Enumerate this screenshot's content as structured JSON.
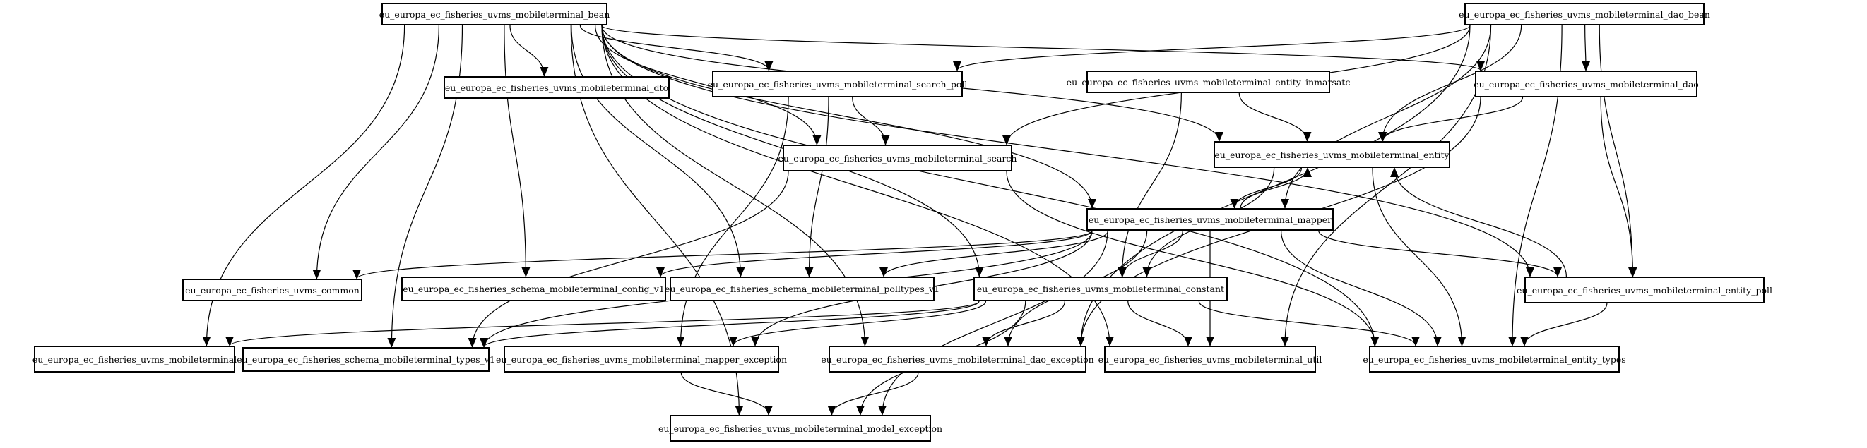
{
  "diagram": {
    "nodes": [
      {
        "id": "bean",
        "label": "eu_europa_ec_fisheries_uvms_mobileterminal_bean"
      },
      {
        "id": "dao_bean",
        "label": "eu_europa_ec_fisheries_uvms_mobileterminal_dao_bean"
      },
      {
        "id": "dto",
        "label": "eu_europa_ec_fisheries_uvms_mobileterminal_dto"
      },
      {
        "id": "search_poll",
        "label": "eu_europa_ec_fisheries_uvms_mobileterminal_search_poll"
      },
      {
        "id": "entity_inmarsatc",
        "label": "eu_europa_ec_fisheries_uvms_mobileterminal_entity_inmarsatc"
      },
      {
        "id": "dao",
        "label": "eu_europa_ec_fisheries_uvms_mobileterminal_dao"
      },
      {
        "id": "search",
        "label": "eu_europa_ec_fisheries_uvms_mobileterminal_search"
      },
      {
        "id": "entity",
        "label": "eu_europa_ec_fisheries_uvms_mobileterminal_entity"
      },
      {
        "id": "mapper",
        "label": "eu_europa_ec_fisheries_uvms_mobileterminal_mapper"
      },
      {
        "id": "common",
        "label": "eu_europa_ec_fisheries_uvms_common"
      },
      {
        "id": "config_v1",
        "label": "eu_europa_ec_fisheries_schema_mobileterminal_config_v1"
      },
      {
        "id": "polltypes_v1",
        "label": "eu_europa_ec_fisheries_schema_mobileterminal_polltypes_v1"
      },
      {
        "id": "constant",
        "label": "eu_europa_ec_fisheries_uvms_mobileterminal_constant"
      },
      {
        "id": "entity_poll",
        "label": "eu_europa_ec_fisheries_uvms_mobileterminal_entity_poll"
      },
      {
        "id": "mobileterminal",
        "label": "eu_europa_ec_fisheries_uvms_mobileterminal"
      },
      {
        "id": "types_v1",
        "label": "eu_europa_ec_fisheries_schema_mobileterminal_types_v1"
      },
      {
        "id": "mapper_exception",
        "label": "eu_europa_ec_fisheries_uvms_mobileterminal_mapper_exception"
      },
      {
        "id": "dao_exception",
        "label": "eu_europa_ec_fisheries_uvms_mobileterminal_dao_exception"
      },
      {
        "id": "util",
        "label": "eu_europa_ec_fisheries_uvms_mobileterminal_util"
      },
      {
        "id": "entity_types",
        "label": "eu_europa_ec_fisheries_uvms_mobileterminal_entity_types"
      },
      {
        "id": "model_exception",
        "label": "eu_europa_ec_fisheries_uvms_mobileterminal_model_exception"
      }
    ],
    "edges": [
      [
        "bean",
        "dto"
      ],
      [
        "bean",
        "search_poll"
      ],
      [
        "bean",
        "search"
      ],
      [
        "bean",
        "entity"
      ],
      [
        "bean",
        "mapper"
      ],
      [
        "bean",
        "common"
      ],
      [
        "bean",
        "config_v1"
      ],
      [
        "bean",
        "polltypes_v1"
      ],
      [
        "bean",
        "constant"
      ],
      [
        "bean",
        "mobileterminal"
      ],
      [
        "bean",
        "types_v1"
      ],
      [
        "bean",
        "dao_exception"
      ],
      [
        "bean",
        "entity_types"
      ],
      [
        "bean",
        "model_exception"
      ],
      [
        "bean",
        "dao"
      ],
      [
        "bean",
        "entity_poll"
      ],
      [
        "bean",
        "util"
      ],
      [
        "dao_bean",
        "search_poll"
      ],
      [
        "dao_bean",
        "search"
      ],
      [
        "dao_bean",
        "dao"
      ],
      [
        "dao_bean",
        "entity"
      ],
      [
        "dao_bean",
        "mapper"
      ],
      [
        "dao_bean",
        "entity_poll"
      ],
      [
        "dao_bean",
        "dao_exception"
      ],
      [
        "dao_bean",
        "util"
      ],
      [
        "dao_bean",
        "entity_types"
      ],
      [
        "search_poll",
        "search"
      ],
      [
        "search_poll",
        "polltypes_v1"
      ],
      [
        "search_poll",
        "mapper_exception"
      ],
      [
        "entity_inmarsatc",
        "entity"
      ],
      [
        "entity_inmarsatc",
        "constant"
      ],
      [
        "dao",
        "entity"
      ],
      [
        "dao",
        "entity_poll"
      ],
      [
        "dao",
        "dao_exception"
      ],
      [
        "search",
        "types_v1"
      ],
      [
        "search",
        "entity_types"
      ],
      [
        "entity",
        "mapper"
      ],
      [
        "entity",
        "constant"
      ],
      [
        "entity",
        "entity_types"
      ],
      [
        "mapper",
        "entity"
      ],
      [
        "mapper",
        "common"
      ],
      [
        "mapper",
        "config_v1"
      ],
      [
        "mapper",
        "polltypes_v1"
      ],
      [
        "mapper",
        "constant"
      ],
      [
        "mapper",
        "entity_poll"
      ],
      [
        "mapper",
        "types_v1"
      ],
      [
        "mapper",
        "mapper_exception"
      ],
      [
        "mapper",
        "dao_exception"
      ],
      [
        "mapper",
        "util"
      ],
      [
        "mapper",
        "entity_types"
      ],
      [
        "mapper",
        "model_exception"
      ],
      [
        "constant",
        "mobileterminal"
      ],
      [
        "constant",
        "types_v1"
      ],
      [
        "constant",
        "mapper_exception"
      ],
      [
        "constant",
        "dao_exception"
      ],
      [
        "constant",
        "util"
      ],
      [
        "constant",
        "entity_types"
      ],
      [
        "constant",
        "model_exception"
      ],
      [
        "entity_poll",
        "entity"
      ],
      [
        "entity_poll",
        "entity_types"
      ],
      [
        "mapper_exception",
        "model_exception"
      ],
      [
        "dao_exception",
        "model_exception"
      ]
    ]
  }
}
